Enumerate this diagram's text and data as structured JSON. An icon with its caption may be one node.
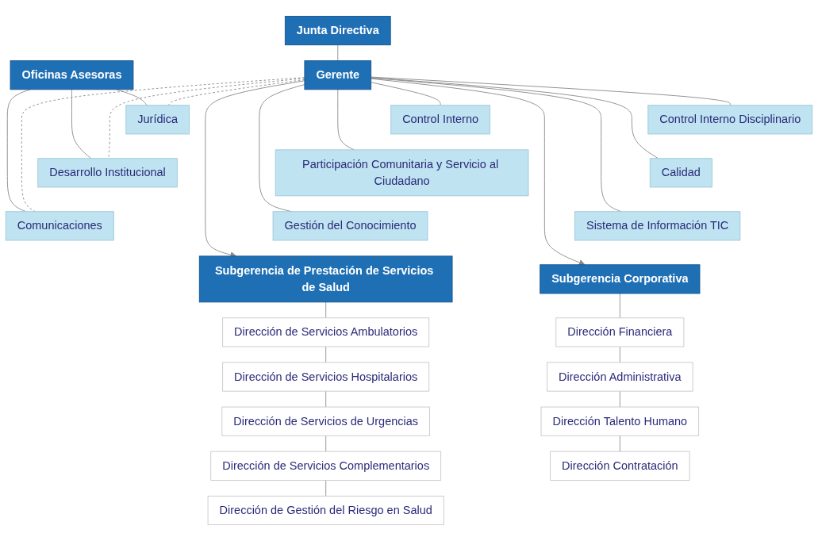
{
  "diagram": {
    "nodes": [
      {
        "text": [
          "Junta Directiva"
        ]
      },
      {
        "text": [
          "Gerente"
        ]
      },
      {
        "text": [
          "Oficinas Asesoras"
        ]
      },
      {
        "text": [
          "Jurídica"
        ]
      },
      {
        "text": [
          "Desarrollo Institucional"
        ]
      },
      {
        "text": [
          "Comunicaciones"
        ]
      },
      {
        "text": [
          "Control Interno"
        ]
      },
      {
        "text": [
          "Participación Comunitaria y Servicio al Ciudadano"
        ]
      },
      {
        "text": [
          "Gestión del Conocimiento"
        ]
      },
      {
        "text": [
          "Control Interno Disciplinario"
        ]
      },
      {
        "text": [
          "Calidad"
        ]
      },
      {
        "text": [
          "Sistema de Información TIC"
        ]
      },
      {
        "text": [
          "Subgerencia de Prestación de Servicios de Salud"
        ]
      },
      {
        "text": [
          "Subgerencia Corporativa"
        ]
      },
      {
        "text": [
          "Dirección de Servicios Ambulatorios"
        ]
      },
      {
        "text": [
          "Dirección de Servicios Hospitalarios"
        ]
      },
      {
        "text": [
          "Dirección de Servicios de Urgencias"
        ]
      },
      {
        "text": [
          "Dirección de Servicios Complementarios"
        ]
      },
      {
        "text": [
          "Dirección de Gestión del Riesgo en Salud"
        ]
      },
      {
        "text": [
          "Dirección Financiera"
        ]
      },
      {
        "text": [
          "Dirección Administrativa"
        ]
      },
      {
        "text": [
          "Dirección Talento Humano"
        ]
      },
      {
        "text": [
          "Dirección Contratación"
        ]
      }
    ],
    "edges": [
      {
        "from": 0,
        "to": 1,
        "arrow": "none"
      },
      {
        "from": 2,
        "to": 3,
        "arrow": "none"
      },
      {
        "from": 2,
        "to": 4,
        "arrow": "none"
      },
      {
        "from": 2,
        "to": 5,
        "arrow": "none"
      },
      {
        "from": 1,
        "to": 3,
        "arrow": "none",
        "style": "dashed"
      },
      {
        "from": 1,
        "to": 4,
        "arrow": "none",
        "style": "dashed"
      },
      {
        "from": 1,
        "to": 5,
        "arrow": "none",
        "style": "dashed"
      },
      {
        "from": 1,
        "to": 6,
        "arrow": "none"
      },
      {
        "from": 1,
        "to": 7,
        "arrow": "none"
      },
      {
        "from": 1,
        "to": 8,
        "arrow": "none"
      },
      {
        "from": 1,
        "to": 9,
        "arrow": "none"
      },
      {
        "from": 1,
        "to": 10,
        "arrow": "none"
      },
      {
        "from": 1,
        "to": 11,
        "arrow": "none"
      },
      {
        "from": 1,
        "to": 12,
        "arrow": "to"
      },
      {
        "from": 1,
        "to": 13,
        "arrow": "to"
      },
      {
        "from": 12,
        "to": 14,
        "arrow": "none"
      },
      {
        "from": 14,
        "to": 15,
        "arrow": "none"
      },
      {
        "from": 15,
        "to": 16,
        "arrow": "none"
      },
      {
        "from": 16,
        "to": 17,
        "arrow": "none"
      },
      {
        "from": 17,
        "to": 18,
        "arrow": "none"
      },
      {
        "from": 13,
        "to": 19,
        "arrow": "none"
      },
      {
        "from": 19,
        "to": 20,
        "arrow": "none"
      },
      {
        "from": 20,
        "to": 21,
        "arrow": "none"
      },
      {
        "from": 21,
        "to": 22,
        "arrow": "none"
      }
    ]
  }
}
